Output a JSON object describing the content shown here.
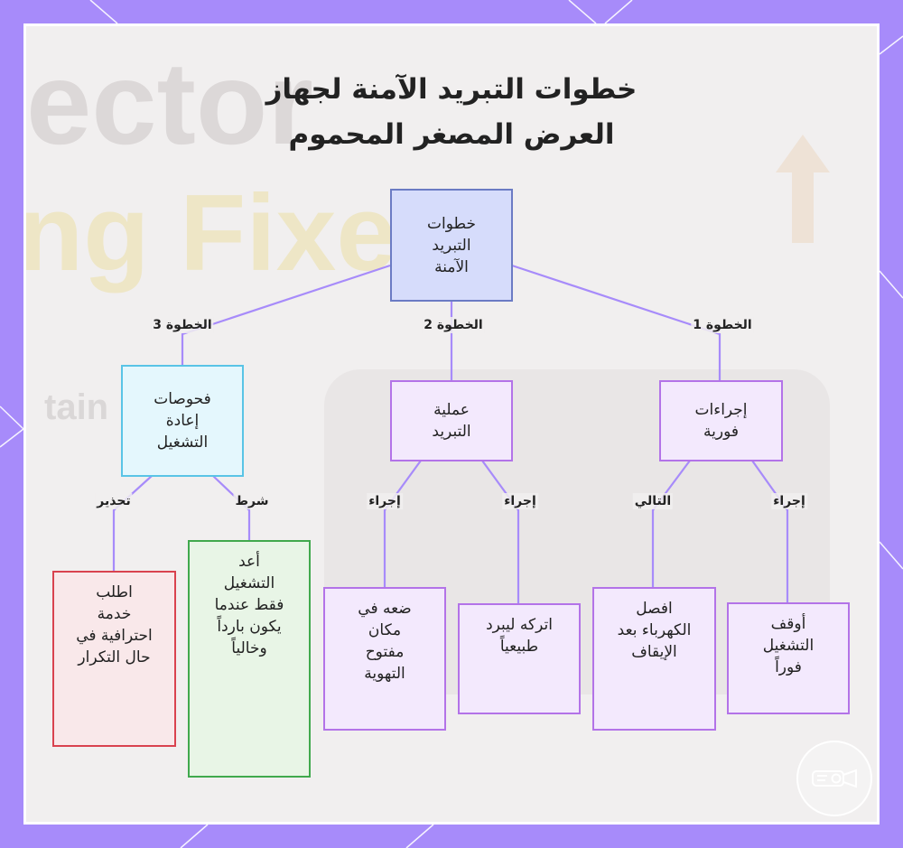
{
  "title_lines": [
    "خطوات التبريد الآمنة لجهاز",
    "العرض المصغر المحموم"
  ],
  "background_text": {
    "word1": "ector",
    "word2": "ng Fixe",
    "word3": "tain"
  },
  "colors": {
    "frame": "#a78bfa",
    "card": "#f1efef",
    "edge": "#a78bfa",
    "root_fill": "#d6dcfb",
    "purple_fill": "#f3e9fd",
    "cyan_fill": "#e4f7fd",
    "red_fill": "#f9e8ea",
    "green_fill": "#e8f5e6"
  },
  "nodes": {
    "root": "خطوات\nالتبريد\nالآمنة",
    "step1": "إجراءات\nفورية",
    "step2": "عملية\nالتبريد",
    "step3": "فحوصات\nإعادة\nالتشغيل",
    "stop": "أوقف\nالتشغيل\nفوراً",
    "unplug": "افصل\nالكهرباء بعد\nالإيقاف",
    "natural": "اتركه ليبرد\nطبيعياً",
    "ventilated": "ضعه في\nمكان\nمفتوح\nالتهوية",
    "restart": "أعد\nالتشغيل\nفقط عندما\nيكون بارداً\nوخالياً",
    "service": "اطلب\nخدمة\nاحترافية في\nحال التكرار"
  },
  "edge_labels": {
    "step1": "الخطوة 1",
    "step2": "الخطوة 2",
    "step3": "الخطوة 3",
    "stop": "إجراء",
    "unplug": "التالي",
    "natural": "إجراء",
    "ventilated": "إجراء",
    "restart": "شرط",
    "service": "تحذير"
  },
  "icons": {
    "logo": "projector-icon"
  }
}
